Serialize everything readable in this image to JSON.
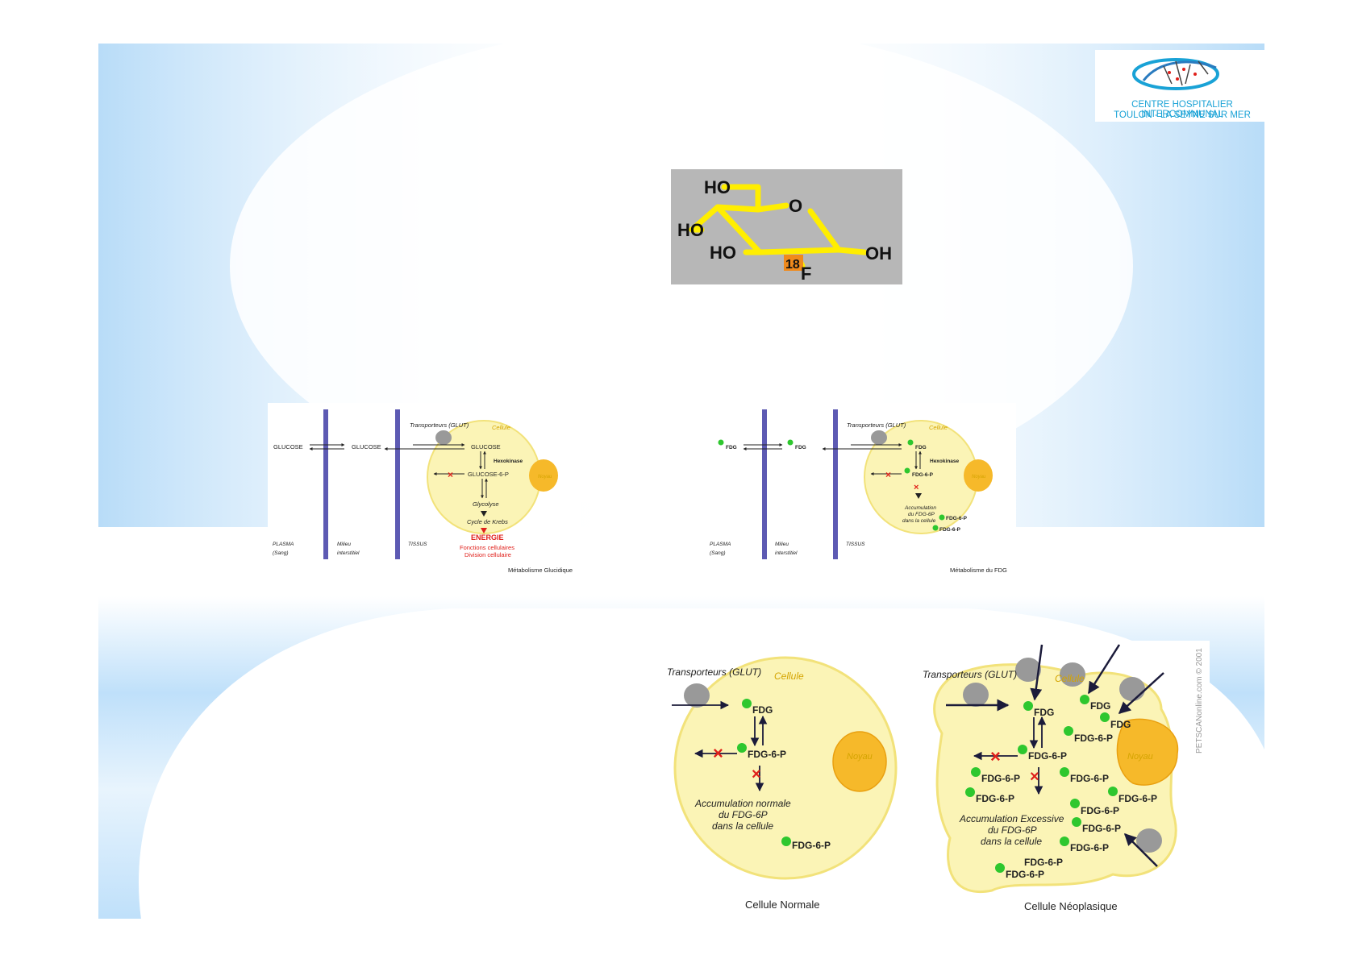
{
  "logo": {
    "line1": "CENTRE HOSPITALIER INTERCOMMUNAL",
    "line2": "TOULON - LA SEYNE SUR MER"
  },
  "molecule": {
    "labels": [
      "HO",
      "HO",
      "HO",
      "O",
      "OH",
      "18",
      "F"
    ]
  },
  "glucose_diagram": {
    "plasma_glucose": "GLUCOSE",
    "milieu_glucose": "GLUCOSE",
    "transporteurs": "Transporteurs (GLUT)",
    "cellule": "Cellule",
    "noyau": "Noyau",
    "cell_glucose": "GLUCOSE",
    "hexokinase": "Hexokinase",
    "glucose6p": "GLUCOSE-6-P",
    "glycolyse": "Glycolyse",
    "krebs": "Cycle de Krebs",
    "energie": "ENERGIE",
    "fonctions": "Fonctions cellulaires",
    "division": "Division cellulaire",
    "plasma": "PLASMA",
    "sang": "(Sang)",
    "milieu": "Milieu",
    "interstitiel": "interstitiel",
    "tissus": "TISSUS",
    "caption": "Métabolisme Glucidique"
  },
  "fdg_diagram": {
    "plasma_fdg": "FDG",
    "milieu_fdg": "FDG",
    "transporteurs": "Transporteurs (GLUT)",
    "cellule": "Cellule",
    "noyau": "Noyau",
    "cell_fdg": "FDG",
    "hexokinase": "Hexokinase",
    "fdg6p": "FDG-6-P",
    "accum1": "Accumulation",
    "accum2": "du FDG-6P",
    "accum3": "dans la cellule",
    "fdg6p_a": "FDG-6-P",
    "fdg6p_b": "FDG-6-P",
    "plasma": "PLASMA",
    "sang": "(Sang)",
    "milieu": "Milieu",
    "interstitiel": "interstitiel",
    "tissus": "TISSUS",
    "caption": "Métabolisme du FDG"
  },
  "normal_cell": {
    "transporteurs": "Transporteurs (GLUT)",
    "cellule": "Cellule",
    "noyau": "Noyau",
    "fdg": "FDG",
    "fdg6p": "FDG-6-P",
    "accum1": "Accumulation normale",
    "accum2": "du FDG-6P",
    "accum3": "dans la cellule",
    "fdg6p_extra": "FDG-6-P",
    "caption": "Cellule Normale"
  },
  "neoplastic_cell": {
    "transporteurs": "Transporteurs (GLUT)",
    "cellule": "Cellule",
    "noyau": "Noyau",
    "fdg_center": "FDG",
    "fdg_top1": "FDG",
    "fdg_top2": "FDG",
    "fdg6p_center": "FDG-6-P",
    "fdg6p_list": [
      "FDG-6-P",
      "FDG-6-P",
      "FDG-6-P",
      "FDG-6-P",
      "FDG-6-P",
      "FDG-6-P",
      "FDG-6-P",
      "FDG-6-P",
      "FDG-6-P",
      "FDG-6-P"
    ],
    "accum1": "Accumulation Excessive",
    "accum2": "du FDG-6P",
    "accum3": "dans la cellule",
    "copyright": "PETSCANonline.com © 2001",
    "caption": "Cellule Néoplasique"
  },
  "colors": {
    "bg_blue": "#bfe0fa",
    "cell_fill": "#fbf4b6",
    "cell_stroke": "#f2e27a",
    "nucleus": "#f6b92a",
    "green_dot": "#2ec72e",
    "membrane": "#5d5ab3",
    "red": "#e0201b",
    "molecule_yellow": "#ffee00",
    "molecule_bg": "#b7b7b7",
    "fluorine": "#f08a1c"
  }
}
